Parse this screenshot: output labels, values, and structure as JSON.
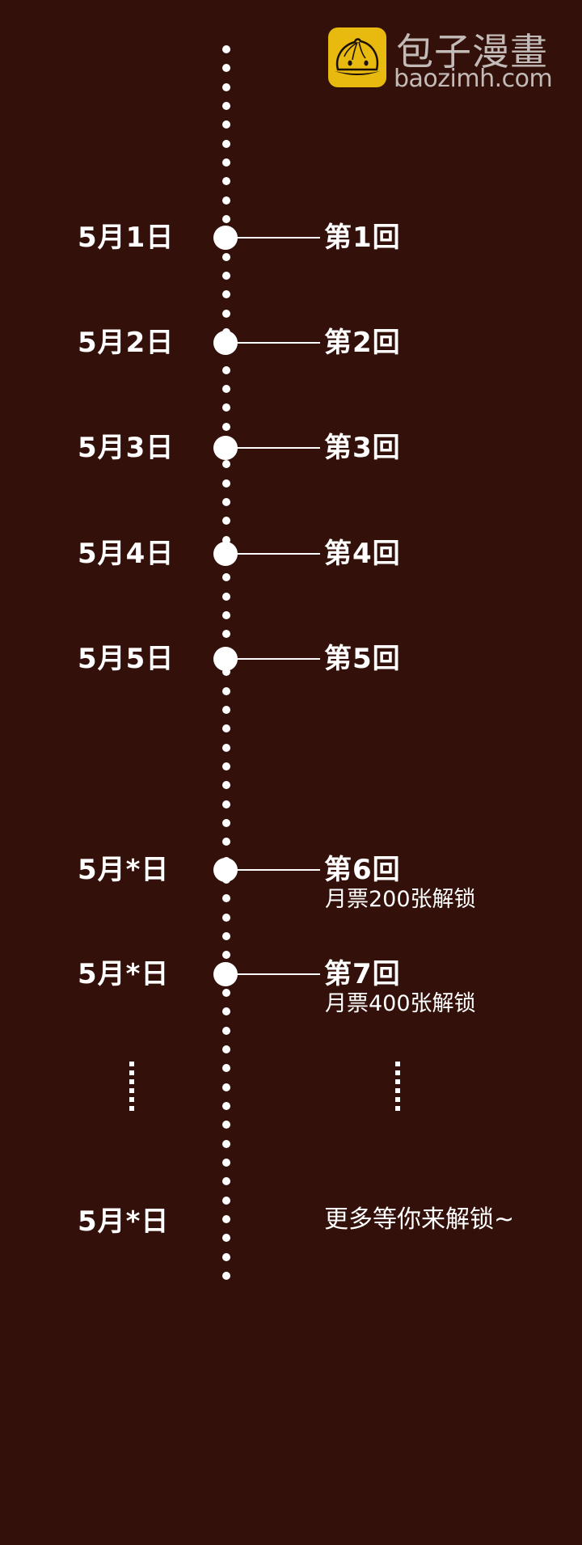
{
  "logo": {
    "name_cn": "包子漫畫",
    "domain": "baozimh.com",
    "icon": "bao-bun-icon",
    "icon_color": "#e8b90e",
    "text_color": "#c3bbb8"
  },
  "colors": {
    "background": "#331009",
    "foreground": "#ffffff"
  },
  "timeline": {
    "rows": [
      {
        "date": "5月1日",
        "title": "第1回",
        "subtitle": ""
      },
      {
        "date": "5月2日",
        "title": "第2回",
        "subtitle": ""
      },
      {
        "date": "5月3日",
        "title": "第3回",
        "subtitle": ""
      },
      {
        "date": "5月4日",
        "title": "第4回",
        "subtitle": ""
      },
      {
        "date": "5月5日",
        "title": "第5回",
        "subtitle": ""
      },
      {
        "date": "5月*日",
        "title": "第6回",
        "subtitle": "月票200张解锁"
      },
      {
        "date": "5月*日",
        "title": "第7回",
        "subtitle": "月票400张解锁"
      }
    ],
    "final": {
      "date": "5月*日",
      "text": "更多等你来解锁~"
    }
  }
}
